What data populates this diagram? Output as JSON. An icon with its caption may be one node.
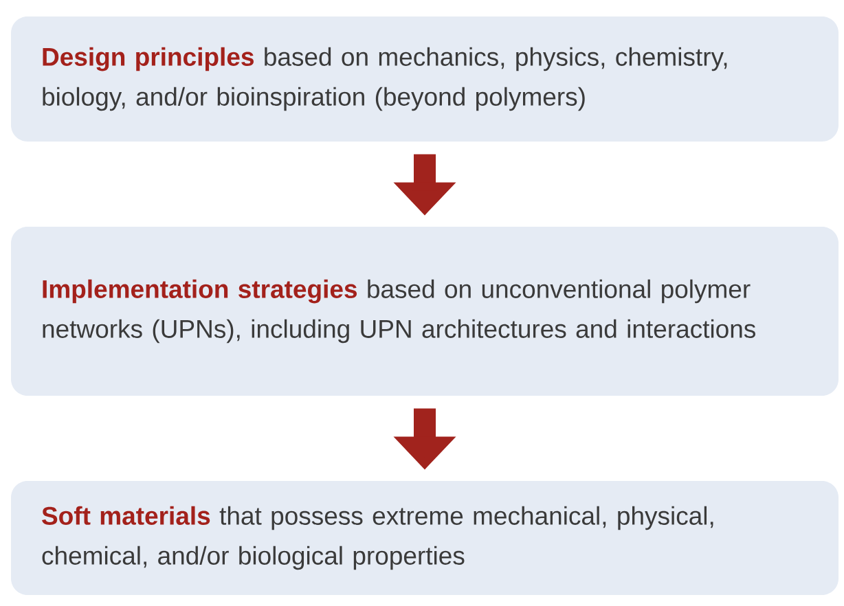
{
  "diagram": {
    "nodes": [
      {
        "text": [
          "**Design principles** based on mechanics, physics, chemistry, biology, and/or bioinspiration (beyond polymers)"
        ]
      },
      {
        "text": [
          "**Implementation strategies** based on unconventional polymer networks (UPNs), including UPN architectures and interactions"
        ]
      },
      {
        "text": [
          "**Soft materials** that possess extreme mechanical, physical, chemical, and/or biological properties"
        ]
      }
    ],
    "edges": [
      {
        "from": 0,
        "to": 1,
        "arrow": "to"
      },
      {
        "from": 1,
        "to": 2,
        "arrow": "to"
      }
    ]
  }
}
